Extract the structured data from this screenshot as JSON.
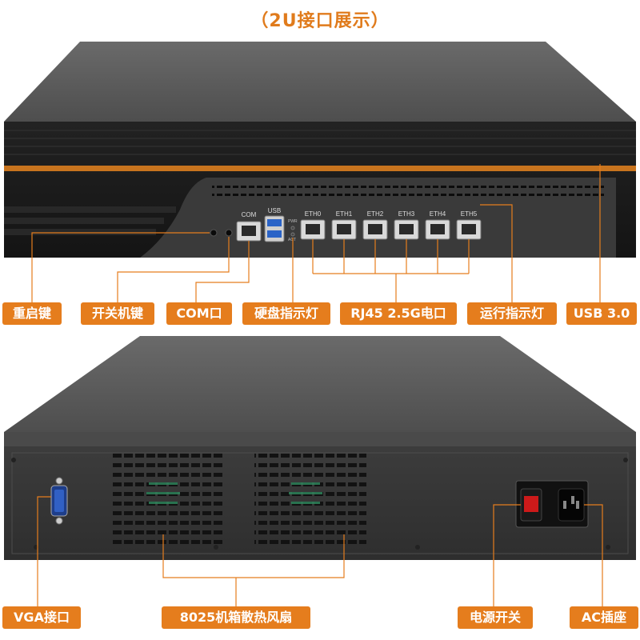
{
  "title": "（2U接口展示）",
  "colors": {
    "accent": "#e57d1d",
    "chassis_dark": "#1a1a1a",
    "chassis_top": "#5e5e5e",
    "panel": "#3a3a3a",
    "stripe": "#c8741e"
  },
  "front_panel": {
    "com_port_label": "COM",
    "usb_port_label": "USB",
    "led_labels": [
      "PWR",
      "ACT"
    ],
    "ethernet_ports": [
      "ETH0",
      "ETH1",
      "ETH2",
      "ETH3",
      "ETH4",
      "ETH5"
    ],
    "callouts": {
      "reset_button": "重启键",
      "power_button": "开关机键",
      "com_port": "COM口",
      "hdd_led": "硬盘指示灯",
      "rj45_ports": "RJ45 2.5G电口",
      "run_led": "运行指示灯",
      "usb_ports": "USB 3.0"
    }
  },
  "rear_panel": {
    "callouts": {
      "vga_port": "VGA接口",
      "fans": "8025机箱散热风扇",
      "power_switch": "电源开关",
      "ac_socket": "AC插座"
    }
  }
}
